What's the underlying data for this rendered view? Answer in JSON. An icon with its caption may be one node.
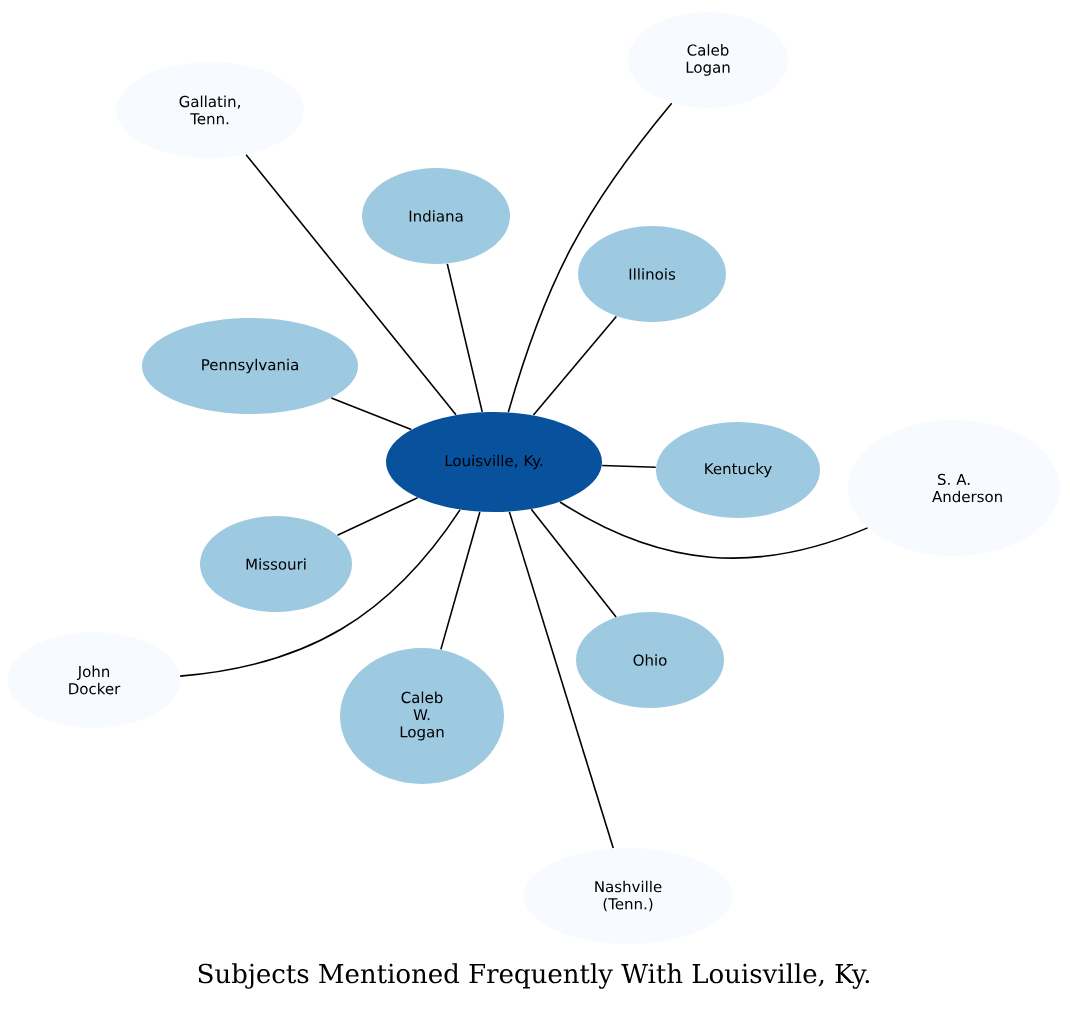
{
  "diagram": {
    "title": "Subjects Mentioned Frequently With Louisville, Ky.",
    "nodes": [
      {
        "text": [
          "Caleb Logan"
        ]
      },
      {
        "text": [
          "Gallatin, Tenn."
        ]
      },
      {
        "text": [
          "Indiana"
        ]
      },
      {
        "text": [
          "Illinois"
        ]
      },
      {
        "text": [
          "Pennsylvania"
        ]
      },
      {
        "text": [
          "Louisville, Ky."
        ]
      },
      {
        "text": [
          "Kentucky"
        ]
      },
      {
        "text": [
          "S. A. Anderson"
        ]
      },
      {
        "text": [
          "Missouri"
        ]
      },
      {
        "text": [
          "Ohio"
        ]
      },
      {
        "text": [
          "John Docker"
        ]
      },
      {
        "text": [
          "Caleb W. Logan"
        ]
      },
      {
        "text": [
          "Nashville (Tenn.)"
        ]
      }
    ],
    "edges": [
      {
        "from": 5,
        "to": 0,
        "arrow": "none"
      },
      {
        "from": 5,
        "to": 1,
        "arrow": "none"
      },
      {
        "from": 5,
        "to": 2,
        "arrow": "none"
      },
      {
        "from": 5,
        "to": 3,
        "arrow": "none"
      },
      {
        "from": 5,
        "to": 4,
        "arrow": "none"
      },
      {
        "from": 5,
        "to": 6,
        "arrow": "none"
      },
      {
        "from": 5,
        "to": 7,
        "arrow": "none"
      },
      {
        "from": 5,
        "to": 8,
        "arrow": "none"
      },
      {
        "from": 5,
        "to": 9,
        "arrow": "none"
      },
      {
        "from": 5,
        "to": 10,
        "arrow": "none"
      },
      {
        "from": 5,
        "to": 11,
        "arrow": "none"
      },
      {
        "from": 5,
        "to": 12,
        "arrow": "none"
      }
    ]
  }
}
